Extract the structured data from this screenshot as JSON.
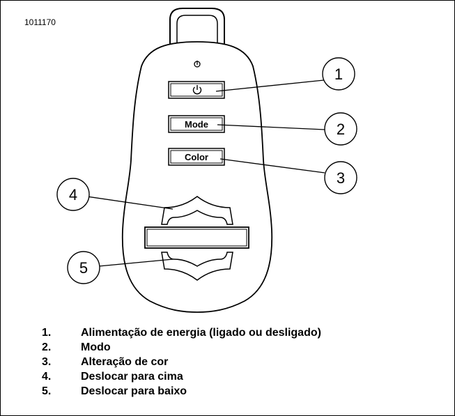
{
  "figure_id": "1011170",
  "buttons": {
    "power_symbol": "power-symbol",
    "mode_label": "Mode",
    "color_label": "Color",
    "up_symbol": "arrow-up-shape",
    "down_symbol": "arrow-down-shape"
  },
  "callouts": [
    "1",
    "2",
    "3",
    "4",
    "5"
  ],
  "legend": [
    {
      "num": "1.",
      "text": "Alimentação de energia (ligado ou desligado)"
    },
    {
      "num": "2.",
      "text": "Modo"
    },
    {
      "num": "3.",
      "text": "Alteração de cor"
    },
    {
      "num": "4.",
      "text": "Deslocar para cima"
    },
    {
      "num": "5.",
      "text": "Deslocar para baixo"
    }
  ]
}
